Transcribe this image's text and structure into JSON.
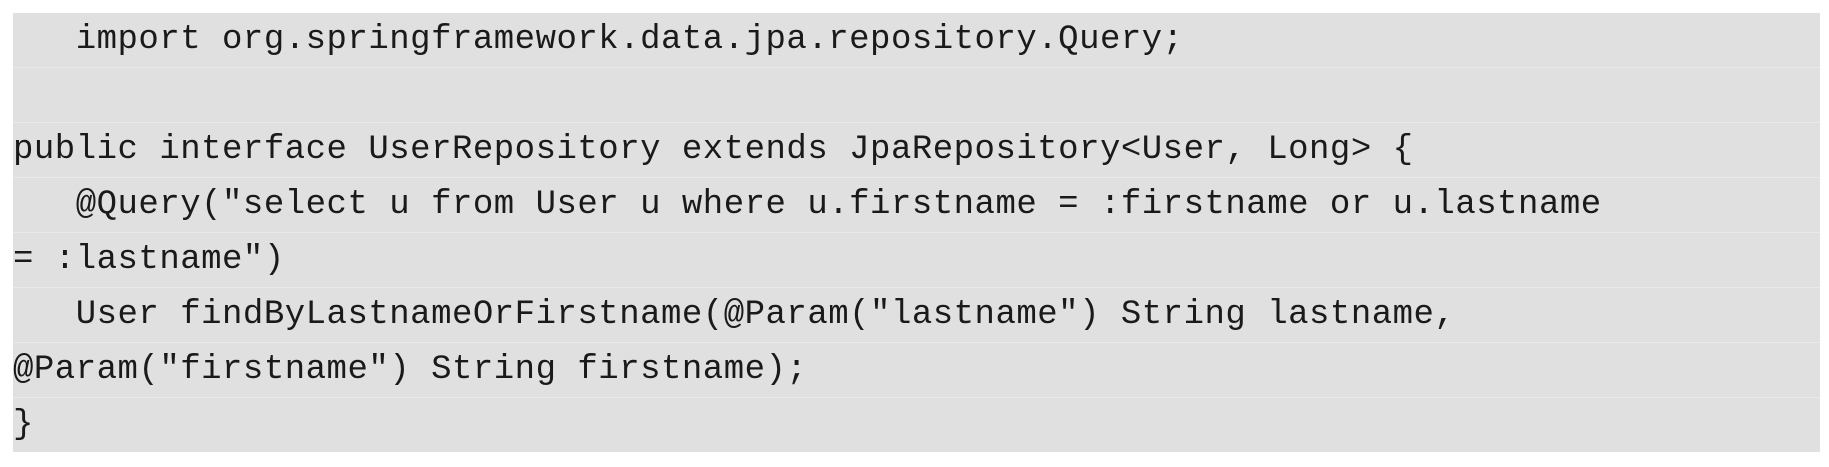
{
  "code": {
    "lines": [
      "   import org.springframework.data.jpa.repository.Query;",
      "",
      "public interface UserRepository extends JpaRepository<User, Long> {",
      "   @Query(\"select u from User u where u.firstname = :firstname or u.lastname",
      "= :lastname\")",
      "   User findByLastnameOrFirstname(@Param(\"lastname\") String lastname,",
      "@Param(\"firstname\") String firstname);",
      "}"
    ]
  },
  "colors": {
    "background": "#e0e0e0",
    "text": "#1a1a1a"
  }
}
